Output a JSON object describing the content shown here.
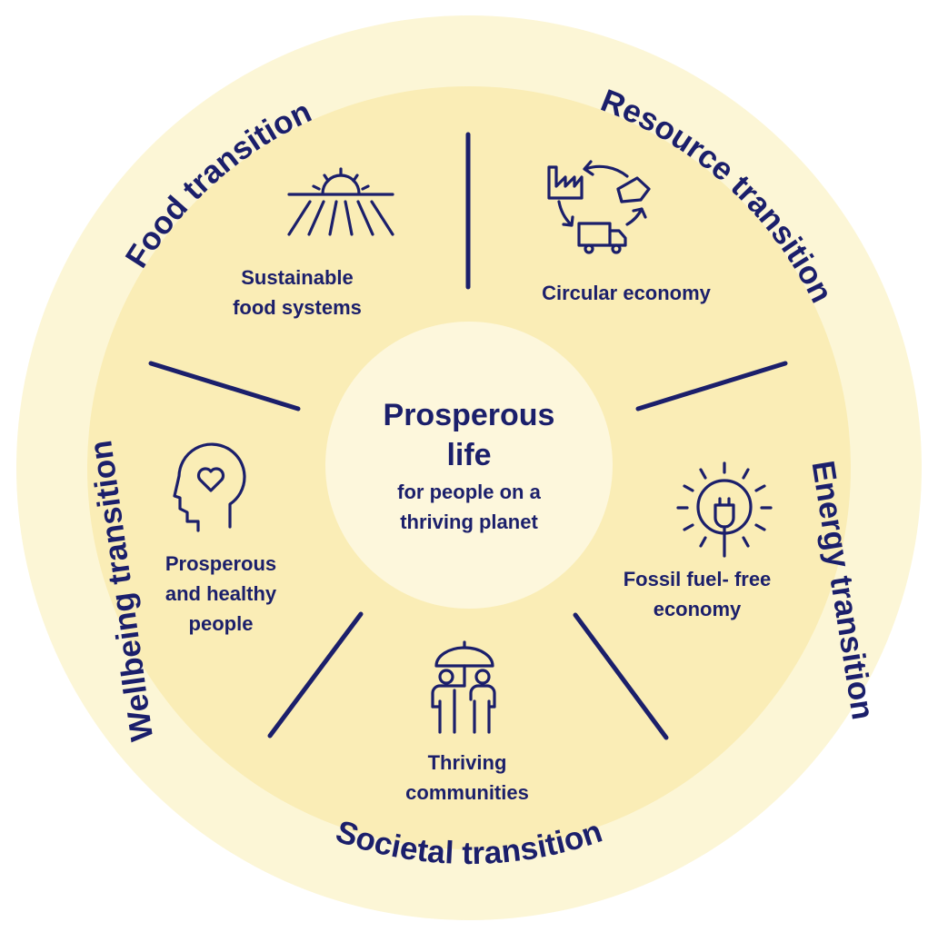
{
  "colors": {
    "outer_ring": "#fcf6d6",
    "inner_disc": "#faedb6",
    "center_disc": "#fdf7dc",
    "ink": "#1b1f6b"
  },
  "ring_labels": {
    "food": "Food transition",
    "resource": "Resource transition",
    "energy": "Energy transition",
    "societal": "Societal transition",
    "wellbeing": "Wellbeing transition"
  },
  "segments": {
    "food": {
      "icon": "sun-field-icon",
      "line1": "Sustainable",
      "line2": "food systems"
    },
    "circular": {
      "icon": "recycle-loop-icon",
      "line1": "Circular economy"
    },
    "energy": {
      "icon": "plug-bulb-icon",
      "line1": "Fossil fuel- free",
      "line2": "economy"
    },
    "communities": {
      "icon": "people-umbrella-icon",
      "line1": "Thriving",
      "line2": "communities"
    },
    "people": {
      "icon": "head-heart-icon",
      "line1": "Prosperous",
      "line2": "and healthy",
      "line3": "people"
    }
  },
  "center": {
    "title_line1": "Prosperous",
    "title_line2": "life",
    "sub_line1": "for people on a",
    "sub_line2": "thriving planet"
  }
}
